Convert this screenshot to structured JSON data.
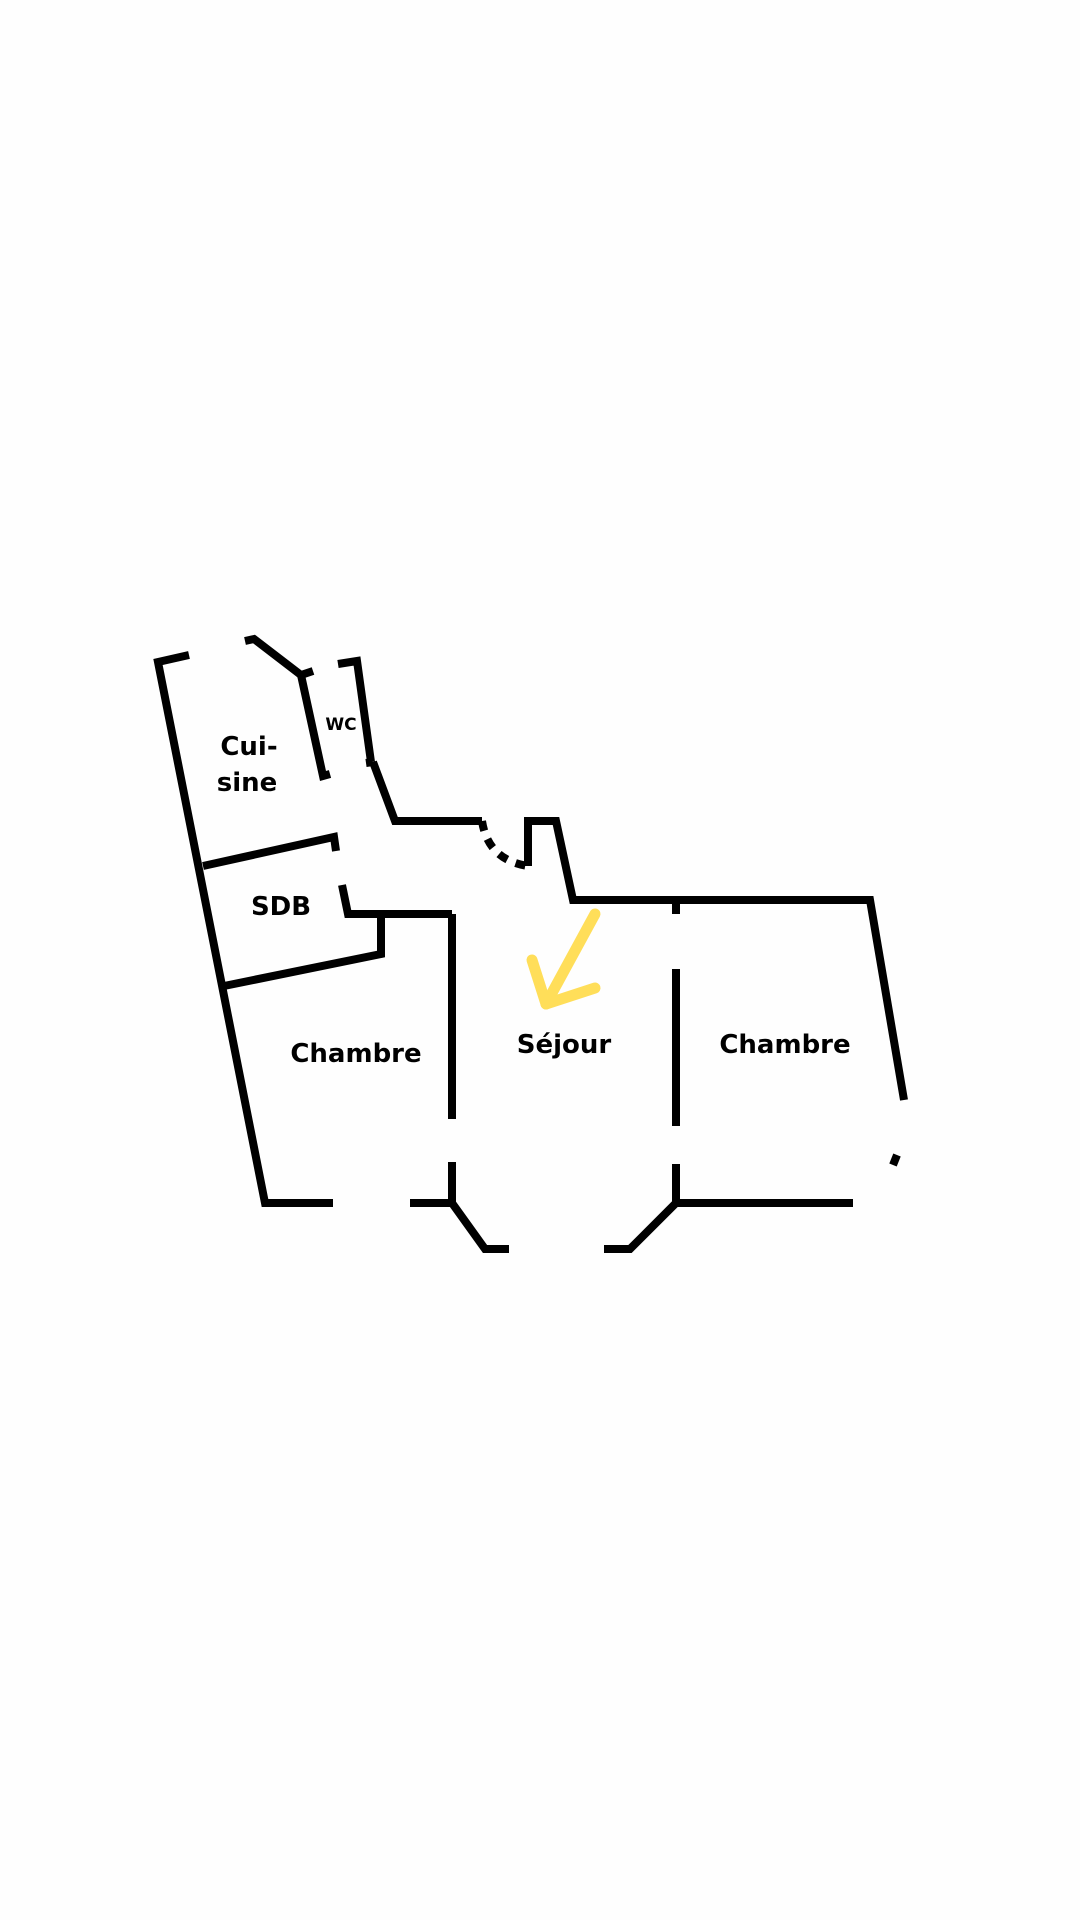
{
  "rooms": {
    "kitchen_line1": "Cui-",
    "kitchen_line2": "sine",
    "wc": "WC",
    "bathroom": "SDB",
    "bedroom_left": "Chambre",
    "living": "Séjour",
    "bedroom_right": "Chambre"
  },
  "colors": {
    "walls": "#000000",
    "arrow": "#FFDE59",
    "background": "#FEFEFE"
  },
  "arrow_icon": "entrance-arrow-icon"
}
